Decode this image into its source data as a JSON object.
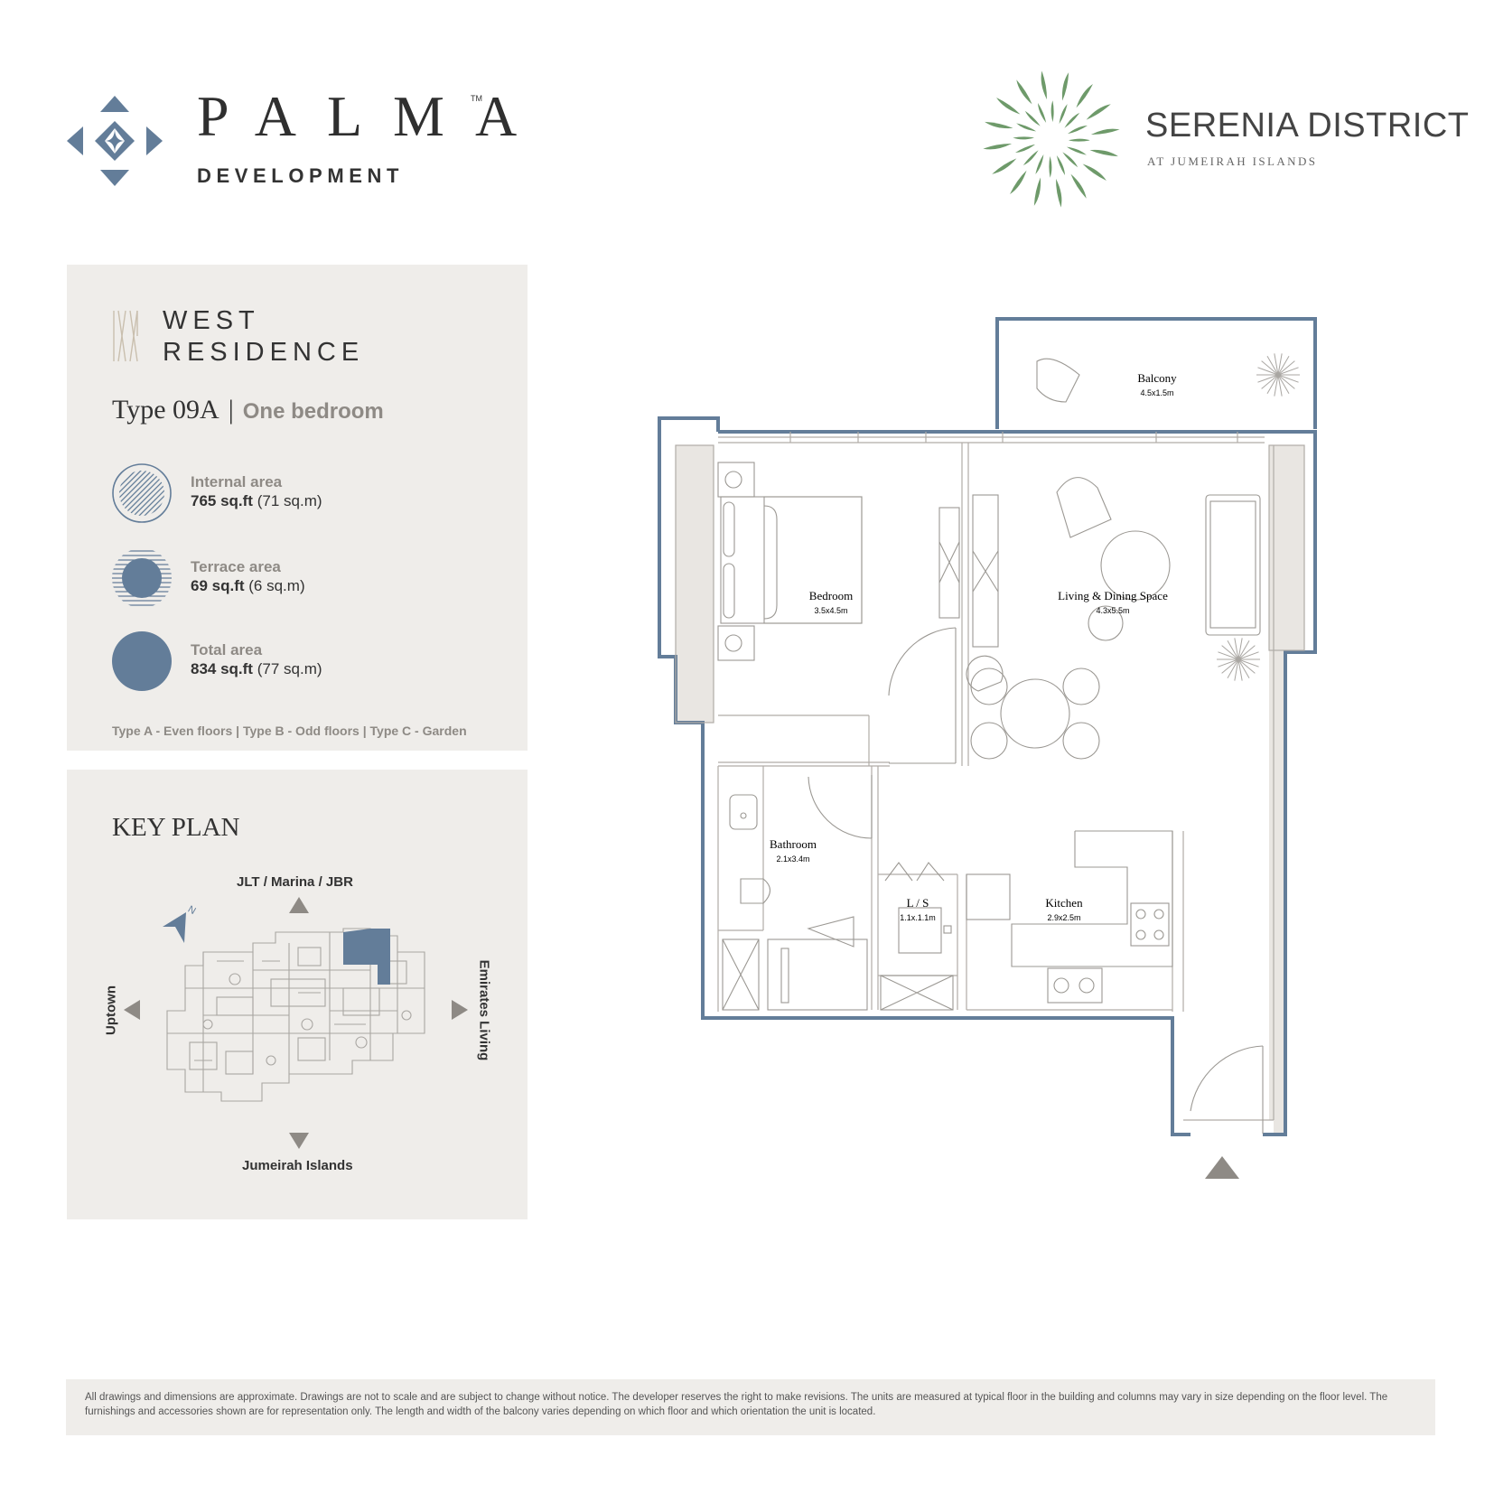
{
  "header": {
    "palma_name": "PALMA",
    "palma_tm": "TM",
    "palma_sub": "DEVELOPMENT",
    "serenia_name": "SERENIA DISTRICT",
    "serenia_sub": "AT JUMEIRAH ISLANDS"
  },
  "unit": {
    "building_line1": "WEST",
    "building_line2": "RESIDENCE",
    "type": "Type 09A",
    "separator": "|",
    "bedrooms": "One bedroom",
    "areas": [
      {
        "label": "Internal area",
        "value_bold": "765 sq.ft",
        "value_rest": "(71 sq.m)"
      },
      {
        "label": "Terrace area",
        "value_bold": "69 sq.ft",
        "value_rest": "(6 sq.m)"
      },
      {
        "label": "Total area",
        "value_bold": "834 sq.ft",
        "value_rest": "(77 sq.m)"
      }
    ],
    "types_note": "Type A - Even floors | Type B - Odd floors | Type C - Garden"
  },
  "key_plan": {
    "title": "KEY PLAN",
    "north": "N",
    "top": "JLT / Marina / JBR",
    "bottom": "Jumeirah Islands",
    "left": "Uptown",
    "right": "Emirates Living"
  },
  "floor_plan": {
    "rooms": [
      {
        "name": "Balcony",
        "dim": "4.5x1.5m"
      },
      {
        "name": "Bedroom",
        "dim": "3.5x4.5m"
      },
      {
        "name": "Living & Dining Space",
        "dim": "4.3x5.5m"
      },
      {
        "name": "Bathroom",
        "dim": "2.1x3.4m"
      },
      {
        "name": "L / S",
        "dim": "1.1x.1.1m"
      },
      {
        "name": "Kitchen",
        "dim": "2.9x2.5m"
      }
    ]
  },
  "disclaimer": "All drawings and dimensions are approximate. Drawings are not to scale and are subject to change without notice. The developer reserves the right to make revisions. The units are measured at typical floor in the building and columns may vary in size depending on the floor level. The furnishings and accessories shown are for representation only. The length and width of the balcony varies depending on which floor and which orientation the unit is located.",
  "colors": {
    "accent_blue": "#637d99",
    "panel_bg": "#efedea",
    "leaf_green": "#6e9a6a",
    "muted_text": "#8e8a85"
  }
}
